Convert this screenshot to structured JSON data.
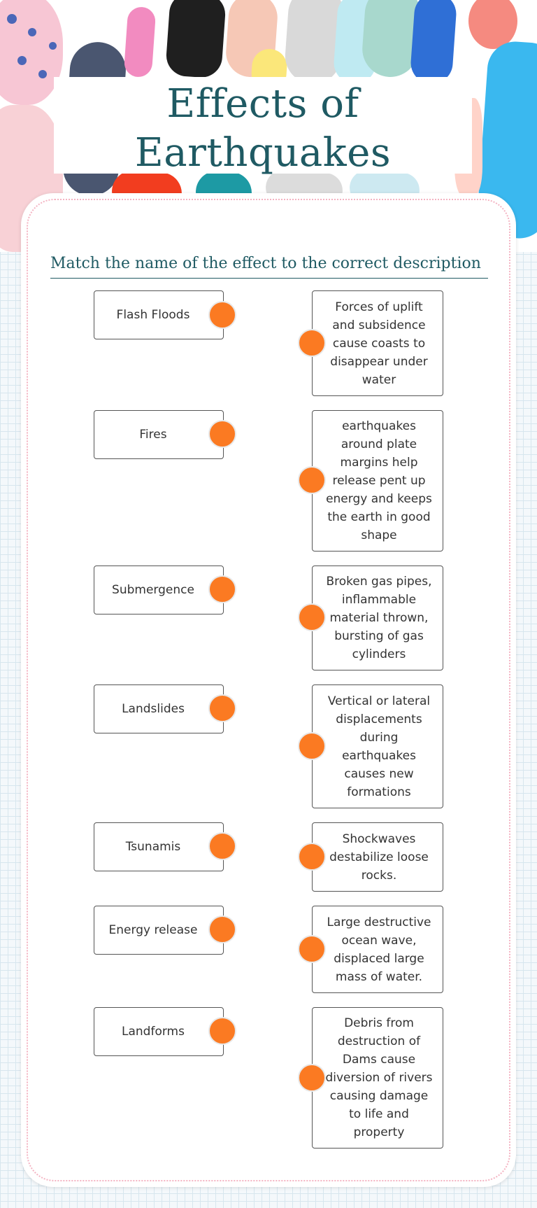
{
  "title": "Effects of Earthquakes",
  "instruction": "Match the name of the effect to the correct description",
  "colors": {
    "title": "#1f5a63",
    "connector_dot": "#fb7a22",
    "card_border_dots": "#f4b3c2",
    "grid_lines": "#d7e6ee"
  },
  "terms": [
    "Flash Floods",
    "Fires",
    "Submergence",
    "Landslides",
    "Tsunamis",
    "Energy release",
    "Landforms"
  ],
  "descriptions": [
    "Forces of uplift and subsidence cause coasts to disappear under water",
    "earthquakes around plate margins help release pent up energy and keeps the earth in good shape",
    "Broken gas pipes, inflammable material thrown, bursting of gas cylinders",
    "Vertical or lateral displacements during earthquakes causes new formations",
    "Shockwaves destabilize loose rocks.",
    "Large destructive ocean wave, displaced large mass of water.",
    "Debris from destruction of Dams cause diversion of rivers causing damage to life and property"
  ]
}
